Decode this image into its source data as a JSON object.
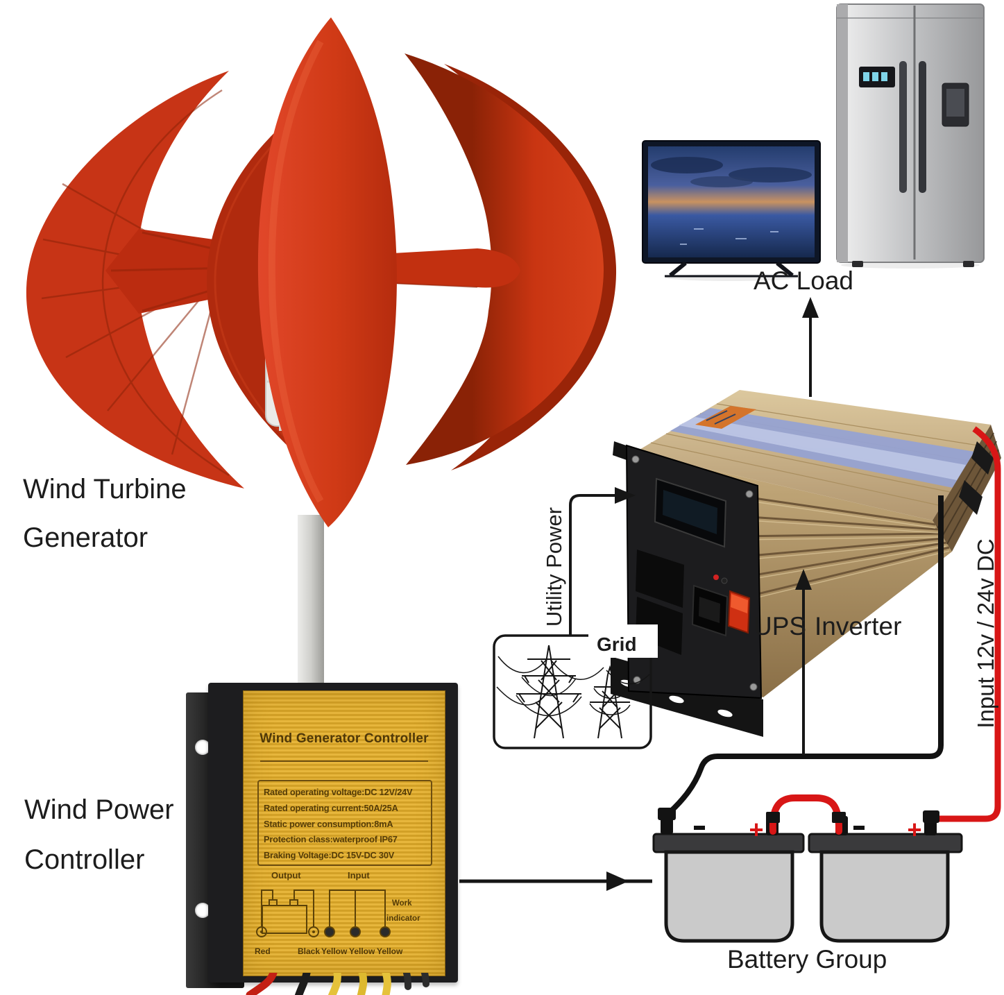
{
  "labels": {
    "wind_turbine_generator": [
      "Wind Turbine",
      "Generator"
    ],
    "wind_power_controller": [
      "Wind Power",
      "Controller"
    ],
    "ac_load": "AC Load",
    "ups": "UPS",
    "inverter": "Inverter",
    "utility_power": "Utility Power",
    "grid": "Grid",
    "input_dc": "Input 12v / 24v DC",
    "battery_group": "Battery Group",
    "battery_plus": "+"
  },
  "controller": {
    "title": "Wind Generator Controller",
    "specs": [
      "Rated operating voltage:DC 12V/24V",
      "Rated operating current:50A/25A",
      "Static power consumption:8mA",
      "Protection class:waterproof IP67",
      "Braking Voltage:DC 15V-DC 30V"
    ],
    "output_label": "Output",
    "input_label": "Input",
    "work_indicator": [
      "Work",
      "indicator"
    ],
    "wire_labels": [
      "Red",
      "Black",
      "Yellow",
      "Yellow",
      "Yellow"
    ]
  },
  "colors": {
    "turbine_red": "#c73416",
    "turbine_red_dark": "#992408",
    "controller_gold": "#d9a72e",
    "inverter_gold": "#c4ab7d",
    "inverter_stripe_blue": "#96a2d2",
    "wire_red": "#d81616",
    "wire_black": "#121212",
    "battery_gray": "#cacaca"
  }
}
